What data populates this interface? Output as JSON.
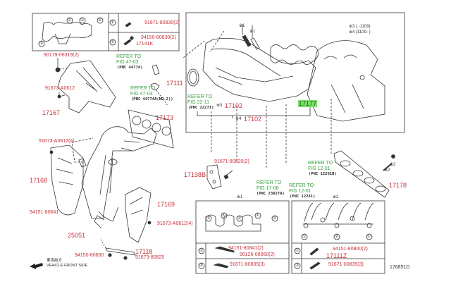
{
  "diagram": {
    "figure_id": "176851D",
    "colors": {
      "part_number": "#c8323a",
      "reference": "#3aa040",
      "highlight": "#7be06a"
    },
    "top_left_box": {
      "rows": [
        {
          "key": "①",
          "parts": [
            "91671-80830(3)"
          ]
        },
        {
          "key": "②",
          "parts": [
            "94150-80830(2)",
            "17141K"
          ]
        }
      ],
      "callouts": [
        "②",
        "①",
        "②",
        "①"
      ]
    },
    "labels": {
      "p90179": "90179-06319(2)",
      "p91673a": "91673-A0612",
      "p17167": "17167",
      "p17173": "17173",
      "p91673b": "91673-A0612(4)",
      "p17168": "17168",
      "p94151a": "94151-80641",
      "p25051": "25051",
      "p94150b": "94150-80830",
      "p17118": "17118",
      "p91673c": "91673-80825",
      "p17169": "17169",
      "p91673d": "91673-A0612(4)",
      "p17111": "17111",
      "p17102a": "17102",
      "p17102b": "17102",
      "p17177": "17177",
      "p17138b": "17138B",
      "p91671": "91671-80820(2)",
      "p17178": "17178"
    },
    "notes": {
      "n3": "※3 (      -1109)",
      "n4": "※4 (1109-      )",
      "m1a": "※1",
      "m1b": "※1",
      "m3": "※3",
      "m4": "※4",
      "m2a": "※2",
      "m2b": "※2",
      "box1": "※1",
      "box2": "※2"
    },
    "references": [
      {
        "text": "REFER TO",
        "fig": "FIG 47-03",
        "pnc": "(PNC 44774)"
      },
      {
        "text": "REFER TO",
        "fig": "FIG 47-03",
        "pnc": "(PNC 44774A(NO.2))"
      },
      {
        "text": "REFER TO",
        "fig": "FIG 22-11",
        "pnc": "(PNC 22271)"
      },
      {
        "text": "REFER TO",
        "fig": "FIG 17-08",
        "pnc": "(PNC 23827A)"
      },
      {
        "text": "REFER TO",
        "fig": "FIG 12-01",
        "pnc": "(PNC 12261B)"
      },
      {
        "text": "REFER TO",
        "fig": "FIG 12-01",
        "pnc": "(PNC 12261)"
      }
    ],
    "box1": {
      "callouts": [
        "②",
        "①",
        "②",
        "①",
        "②"
      ],
      "rows": [
        {
          "key": "①",
          "parts": [
            "94151-80841(2)",
            "90126-08060(2)"
          ]
        },
        {
          "key": "②",
          "parts": [
            "91671-80835(3)"
          ]
        }
      ]
    },
    "box2": {
      "callouts": [
        "①",
        "②",
        "①"
      ],
      "rows": [
        {
          "key": "①",
          "parts": [
            "94151-80800(2)",
            "17111Z"
          ]
        },
        {
          "key": "②",
          "parts": [
            "91671-00835(3)"
          ]
        }
      ]
    },
    "direction": {
      "jp": "車両前方",
      "en": "VEHICLE FRONT SIDE"
    }
  }
}
